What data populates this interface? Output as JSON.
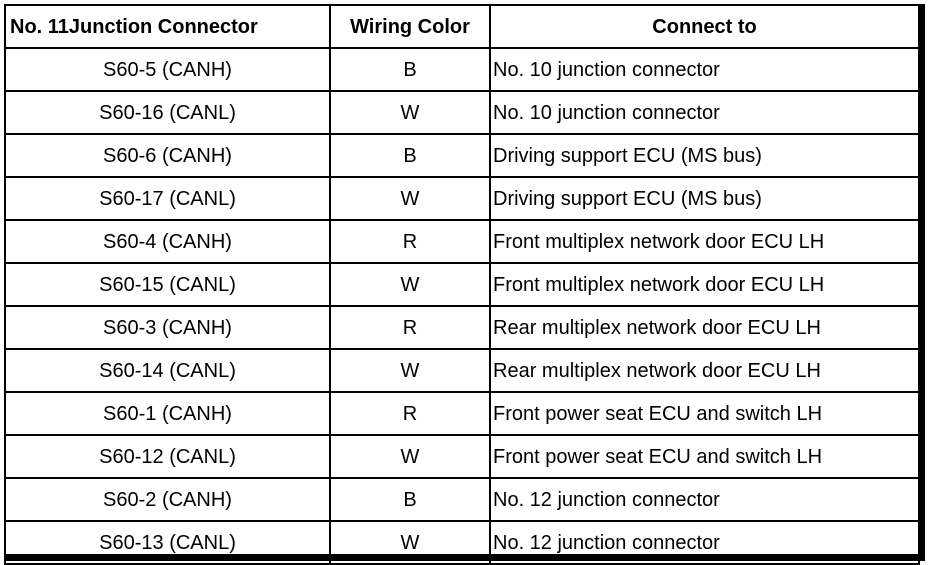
{
  "table": {
    "headers": {
      "connector": "No. 11Junction Connector",
      "color": "Wiring Color",
      "connect_to": "Connect to"
    },
    "rows": [
      {
        "connector": "S60-5 (CANH)",
        "color": "B",
        "connect_to": "No. 10 junction connector"
      },
      {
        "connector": "S60-16 (CANL)",
        "color": "W",
        "connect_to": "No. 10 junction connector"
      },
      {
        "connector": "S60-6 (CANH)",
        "color": "B",
        "connect_to": "Driving support ECU (MS bus)"
      },
      {
        "connector": "S60-17 (CANL)",
        "color": "W",
        "connect_to": "Driving support ECU (MS bus)"
      },
      {
        "connector": "S60-4 (CANH)",
        "color": "R",
        "connect_to": "Front multiplex network door ECU LH"
      },
      {
        "connector": "S60-15 (CANL)",
        "color": "W",
        "connect_to": "Front multiplex network door ECU LH"
      },
      {
        "connector": "S60-3 (CANH)",
        "color": "R",
        "connect_to": "Rear multiplex network door ECU LH"
      },
      {
        "connector": "S60-14 (CANL)",
        "color": "W",
        "connect_to": "Rear multiplex network door ECU LH"
      },
      {
        "connector": "S60-1 (CANH)",
        "color": "R",
        "connect_to": "Front power seat ECU and switch LH"
      },
      {
        "connector": "S60-12 (CANL)",
        "color": "W",
        "connect_to": "Front power seat ECU and switch LH"
      },
      {
        "connector": "S60-2 (CANH)",
        "color": "B",
        "connect_to": "No. 12 junction connector"
      },
      {
        "connector": "S60-13 (CANL)",
        "color": "W",
        "connect_to": "No. 12 junction connector"
      }
    ]
  }
}
